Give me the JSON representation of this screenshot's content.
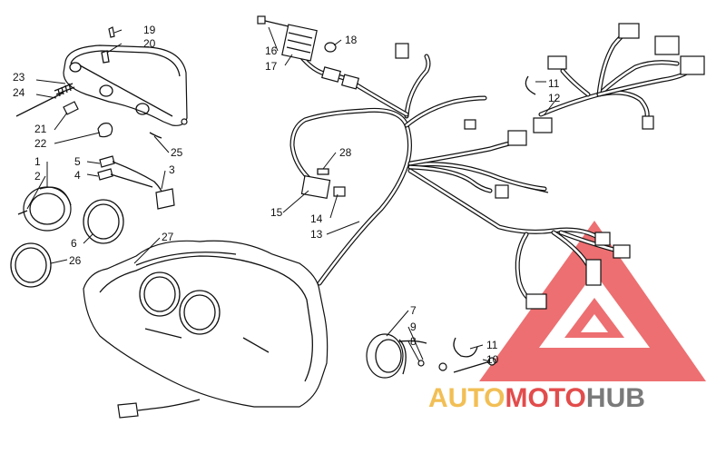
{
  "callouts": {
    "c1": "1",
    "c2": "2",
    "c3": "3",
    "c4": "4",
    "c5": "5",
    "c6": "6",
    "c7": "7",
    "c8": "8",
    "c9": "9",
    "c10": "10",
    "c11a": "11",
    "c11b": "11",
    "c12": "12",
    "c13": "13",
    "c14": "14",
    "c15": "15",
    "c16": "16",
    "c17": "17",
    "c18": "18",
    "c19": "19",
    "c20": "20",
    "c21": "21",
    "c22": "22",
    "c23": "23",
    "c24": "24",
    "c25": "25",
    "c26": "26",
    "c27": "27",
    "c28": "28"
  },
  "watermark": {
    "part1": "AUTO",
    "part2": "MOTO",
    "part3": "HUB",
    "color_gold": "#f2bf55",
    "color_red": "#e34c4c",
    "color_gray": "#7a7a7a",
    "logo_color": "#e8474a"
  }
}
